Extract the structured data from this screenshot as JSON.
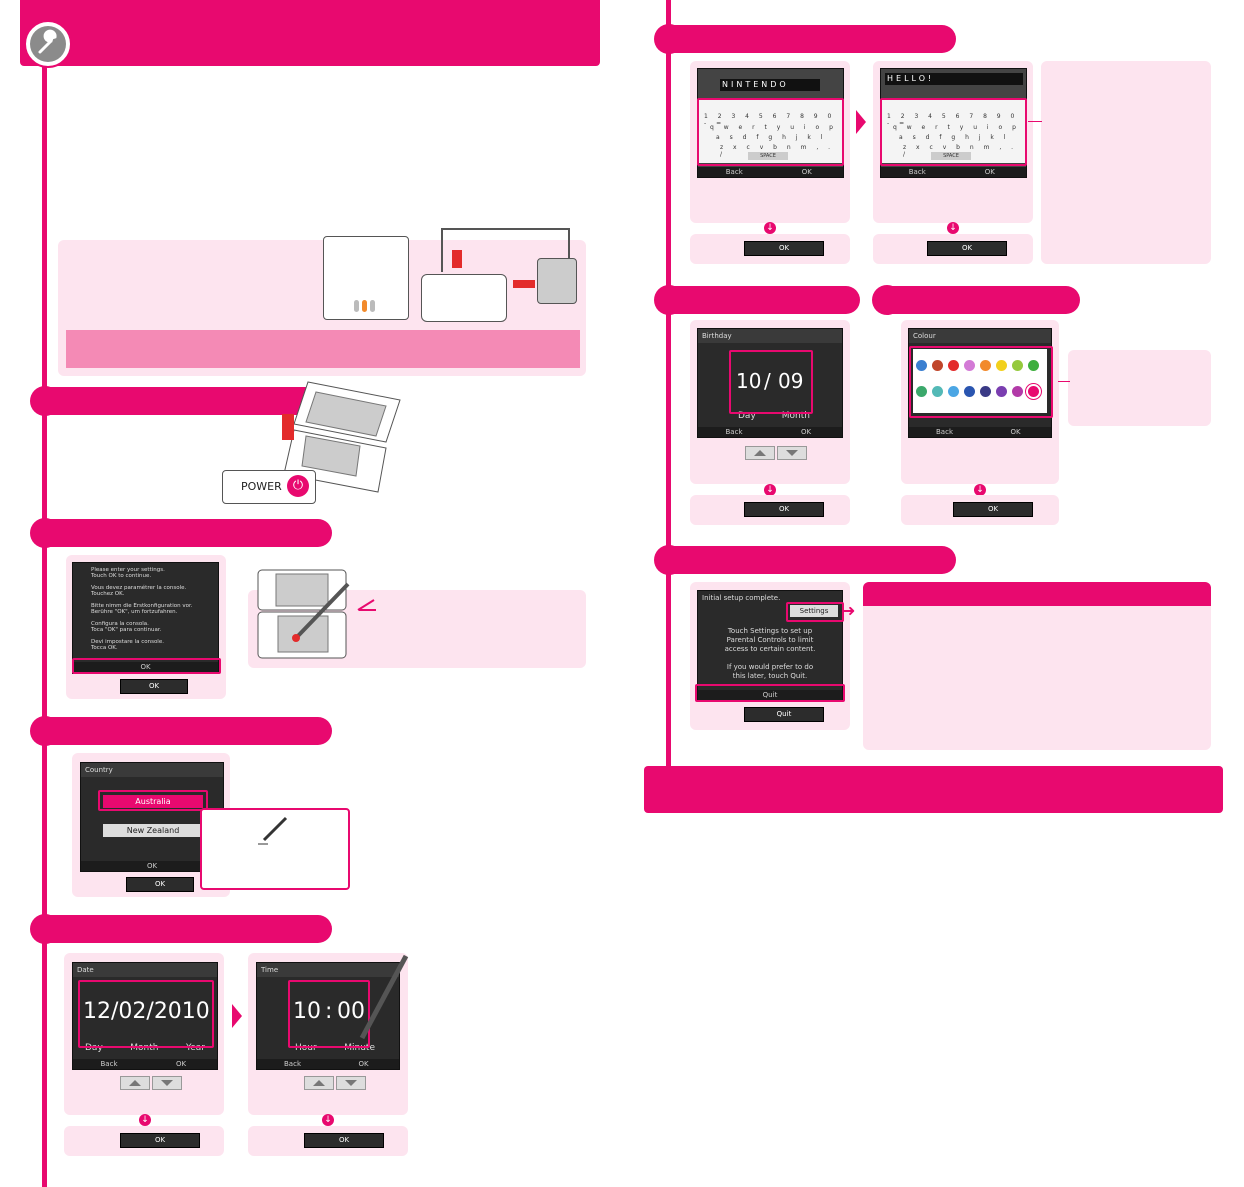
{
  "left_screens": {
    "welcome_text": "Please enter your settings.\nTouch OK to continue.\n\nVous devez paramétrer la console.\nTouchez OK.\n\nBitte nimm die Erstkonfiguration vor.\nBerühre \"OK\", um fortzufahren.\n\nConfigura la consola.\nToca \"OK\" para continuar.\n\nDevi impostare la console.\nTocca OK.",
    "ok": "OK",
    "power_label": "POWER",
    "country": {
      "title": "Country",
      "options": [
        "Australia",
        "New Zealand"
      ],
      "ok": "OK"
    },
    "date": {
      "title": "Date",
      "value": "12/02/2010",
      "labels": [
        "Day",
        "Month",
        "Year"
      ],
      "back": "Back",
      "ok": "OK"
    },
    "time": {
      "title": "Time",
      "hour": "10",
      "sep": ":",
      "minute": "00",
      "labels": [
        "Hour",
        "Minute"
      ],
      "back": "Back",
      "ok": "OK"
    }
  },
  "right_screens": {
    "name1": "NINTENDO",
    "name2": "HELLO!",
    "kb_row1": [
      "1",
      "2",
      "3",
      "4",
      "5",
      "6",
      "7",
      "8",
      "9",
      "0",
      "-",
      "="
    ],
    "kb_row2": [
      "q",
      "w",
      "e",
      "r",
      "t",
      "y",
      "u",
      "i",
      "o",
      "p"
    ],
    "kb_row3": [
      "a",
      "s",
      "d",
      "f",
      "g",
      "h",
      "j",
      "k",
      "l"
    ],
    "kb_row4": [
      "z",
      "x",
      "c",
      "v",
      "b",
      "n",
      "m",
      ",",
      ".",
      "/"
    ],
    "kb_space": "SPACE",
    "back": "Back",
    "ok": "OK",
    "birthday": {
      "title": "Birthday",
      "day": "10",
      "sep": "/",
      "month": "09",
      "labels": [
        "Day",
        "Month"
      ]
    },
    "colour": {
      "title": "Colour"
    },
    "complete": {
      "title": "Initial setup complete.",
      "settings": "Settings",
      "message": "Touch Settings to set up\nParental Controls to limit\naccess to certain content.\n\nIf you would prefer to do\nthis later, touch Quit.",
      "quit": "Quit"
    }
  },
  "colors": {
    "accent": "#e8096f",
    "light_pink": "#fde4ef",
    "screen_dark": "#2a2a2a"
  },
  "palette": [
    "#3a7fd0",
    "#c0452a",
    "#e32b2b",
    "#d37ad6",
    "#f28a2c",
    "#f2d01c",
    "#95c93d",
    "#3dae3d",
    "#3aa86b",
    "#53b9b6",
    "#4ba6e4",
    "#2a55b0",
    "#3a3a86",
    "#7a3eb0",
    "#b23aa8",
    "#e8096f"
  ],
  "icons": [
    "wrench-icon",
    "stylus-icon",
    "pen-icon",
    "power-icon",
    "down-arrow-icon",
    "right-arrow-icon"
  ]
}
